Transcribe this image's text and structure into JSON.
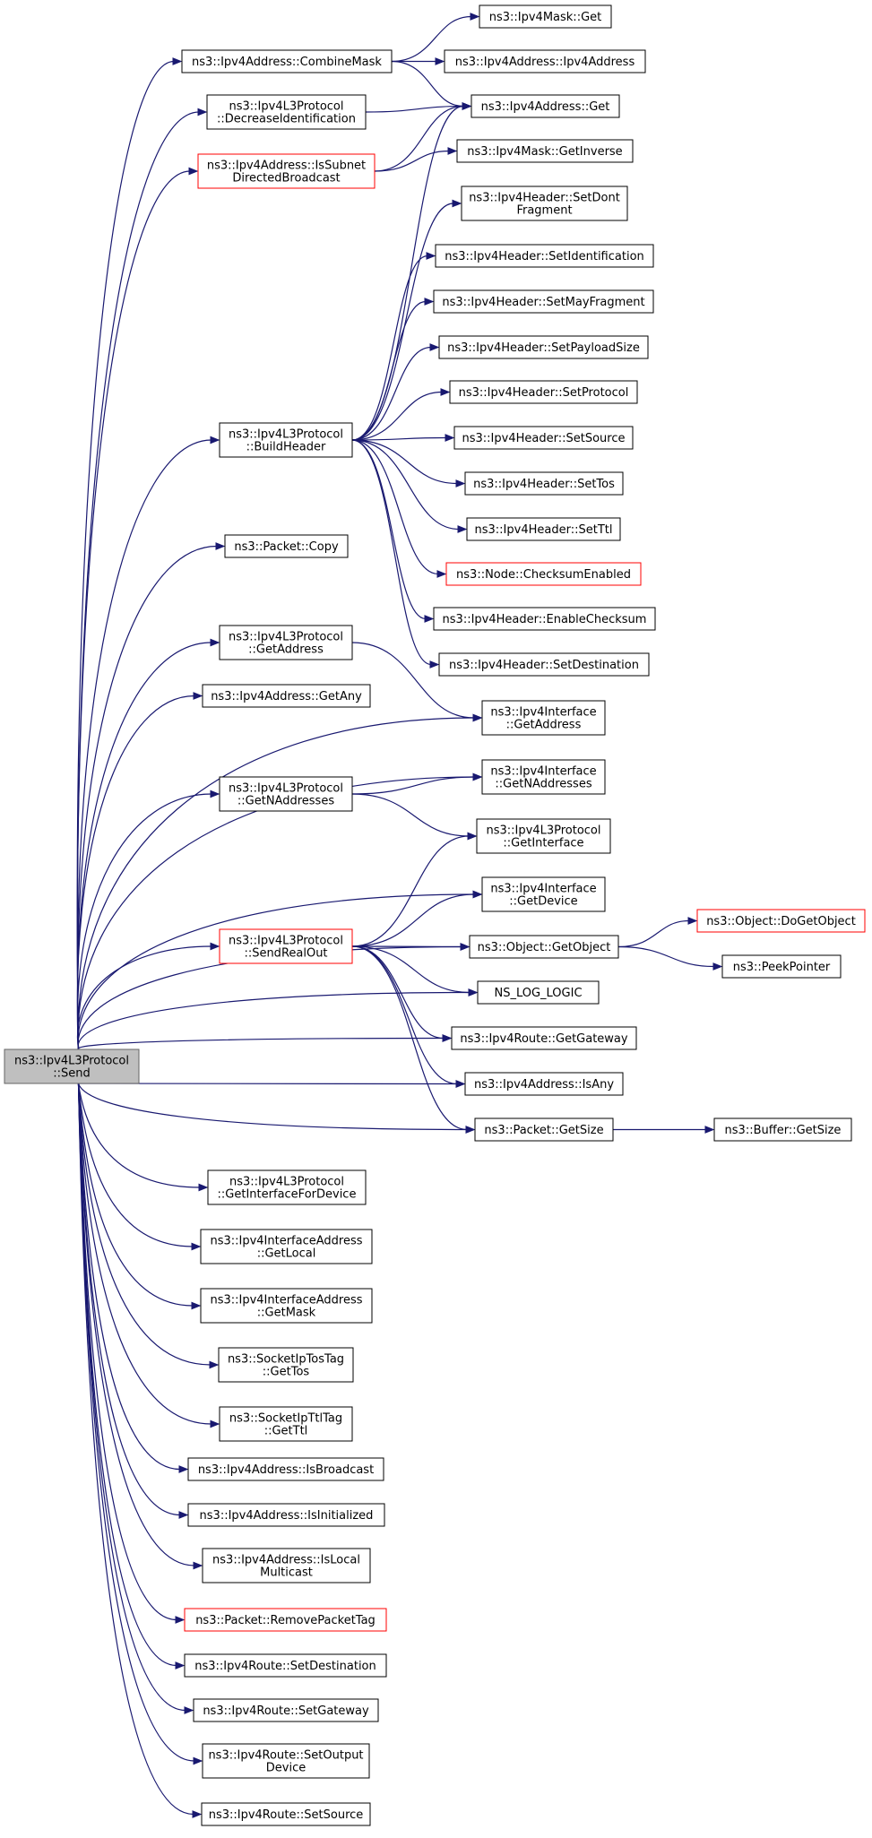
{
  "colors": {
    "edge": "#191970",
    "node_border": "#000000",
    "node_border_truncated": "#ff0000",
    "root_fill": "#bfbfbf"
  },
  "nodes": [
    {
      "id": "send",
      "lines": [
        "ns3::Ipv4L3Protocol",
        "::Send"
      ],
      "root": true
    },
    {
      "id": "maskget",
      "lines": [
        "ns3::Ipv4Mask::Get"
      ]
    },
    {
      "id": "combine",
      "lines": [
        "ns3::Ipv4Address::CombineMask"
      ]
    },
    {
      "id": "ctor",
      "lines": [
        "ns3::Ipv4Address::Ipv4Address"
      ]
    },
    {
      "id": "decid",
      "lines": [
        "ns3::Ipv4L3Protocol",
        "::DecreaseIdentification"
      ]
    },
    {
      "id": "addrget",
      "lines": [
        "ns3::Ipv4Address::Get"
      ]
    },
    {
      "id": "isbcast",
      "lines": [
        "ns3::Ipv4Address::IsSubnet",
        "DirectedBroadcast"
      ],
      "red": true
    },
    {
      "id": "getinv",
      "lines": [
        "ns3::Ipv4Mask::GetInverse"
      ]
    },
    {
      "id": "dontfrag",
      "lines": [
        "ns3::Ipv4Header::SetDont",
        "Fragment"
      ]
    },
    {
      "id": "setident",
      "lines": [
        "ns3::Ipv4Header::SetIdentification"
      ]
    },
    {
      "id": "setmay",
      "lines": [
        "ns3::Ipv4Header::SetMayFragment"
      ]
    },
    {
      "id": "setpay",
      "lines": [
        "ns3::Ipv4Header::SetPayloadSize"
      ]
    },
    {
      "id": "setproto",
      "lines": [
        "ns3::Ipv4Header::SetProtocol"
      ]
    },
    {
      "id": "setsrc",
      "lines": [
        "ns3::Ipv4Header::SetSource"
      ]
    },
    {
      "id": "settos",
      "lines": [
        "ns3::Ipv4Header::SetTos"
      ]
    },
    {
      "id": "setttl",
      "lines": [
        "ns3::Ipv4Header::SetTtl"
      ]
    },
    {
      "id": "buildhdr",
      "lines": [
        "ns3::Ipv4L3Protocol",
        "::BuildHeader"
      ]
    },
    {
      "id": "cksum",
      "lines": [
        "ns3::Node::ChecksumEnabled"
      ],
      "red": true
    },
    {
      "id": "enablecs",
      "lines": [
        "ns3::Ipv4Header::EnableChecksum"
      ]
    },
    {
      "id": "setdst",
      "lines": [
        "ns3::Ipv4Header::SetDestination"
      ]
    },
    {
      "id": "pktcopy",
      "lines": [
        "ns3::Packet::Copy"
      ]
    },
    {
      "id": "l3getaddr",
      "lines": [
        "ns3::Ipv4L3Protocol",
        "::GetAddress"
      ]
    },
    {
      "id": "getany",
      "lines": [
        "ns3::Ipv4Address::GetAny"
      ]
    },
    {
      "id": "ifgetaddr",
      "lines": [
        "ns3::Ipv4Interface",
        "::GetAddress"
      ]
    },
    {
      "id": "ifgetn",
      "lines": [
        "ns3::Ipv4Interface",
        "::GetNAddresses"
      ]
    },
    {
      "id": "l3getn",
      "lines": [
        "ns3::Ipv4L3Protocol",
        "::GetNAddresses"
      ]
    },
    {
      "id": "l3getif",
      "lines": [
        "ns3::Ipv4L3Protocol",
        "::GetInterface"
      ]
    },
    {
      "id": "ifgetdev",
      "lines": [
        "ns3::Ipv4Interface",
        "::GetDevice"
      ]
    },
    {
      "id": "sendreal",
      "lines": [
        "ns3::Ipv4L3Protocol",
        "::SendRealOut"
      ],
      "red": true
    },
    {
      "id": "getobj",
      "lines": [
        "ns3::Object::GetObject"
      ]
    },
    {
      "id": "dogetobj",
      "lines": [
        "ns3::Object::DoGetObject"
      ],
      "red": true
    },
    {
      "id": "peek",
      "lines": [
        "ns3::PeekPointer"
      ]
    },
    {
      "id": "nslog",
      "lines": [
        "NS_LOG_LOGIC"
      ]
    },
    {
      "id": "rtgw",
      "lines": [
        "ns3::Ipv4Route::GetGateway"
      ]
    },
    {
      "id": "isany",
      "lines": [
        "ns3::Ipv4Address::IsAny"
      ]
    },
    {
      "id": "pktsize",
      "lines": [
        "ns3::Packet::GetSize"
      ]
    },
    {
      "id": "bufsize",
      "lines": [
        "ns3::Buffer::GetSize"
      ]
    },
    {
      "id": "getiffordev",
      "lines": [
        "ns3::Ipv4L3Protocol",
        "::GetInterfaceForDevice"
      ]
    },
    {
      "id": "iaglocal",
      "lines": [
        "ns3::Ipv4InterfaceAddress",
        "::GetLocal"
      ]
    },
    {
      "id": "iagmask",
      "lines": [
        "ns3::Ipv4InterfaceAddress",
        "::GetMask"
      ]
    },
    {
      "id": "tostag",
      "lines": [
        "ns3::SocketIpTosTag",
        "::GetTos"
      ]
    },
    {
      "id": "ttltag",
      "lines": [
        "ns3::SocketIpTtlTag",
        "::GetTtl"
      ]
    },
    {
      "id": "isbroad",
      "lines": [
        "ns3::Ipv4Address::IsBroadcast"
      ]
    },
    {
      "id": "isinit",
      "lines": [
        "ns3::Ipv4Address::IsInitialized"
      ]
    },
    {
      "id": "islocal",
      "lines": [
        "ns3::Ipv4Address::IsLocal",
        "Multicast"
      ]
    },
    {
      "id": "rmtag",
      "lines": [
        "ns3::Packet::RemovePacketTag"
      ],
      "red": true
    },
    {
      "id": "rtsetdst",
      "lines": [
        "ns3::Ipv4Route::SetDestination"
      ]
    },
    {
      "id": "rtsetgw",
      "lines": [
        "ns3::Ipv4Route::SetGateway"
      ]
    },
    {
      "id": "rtsetout",
      "lines": [
        "ns3::Ipv4Route::SetOutput",
        "Device"
      ]
    },
    {
      "id": "rtsetsrc",
      "lines": [
        "ns3::Ipv4Route::SetSource"
      ]
    }
  ],
  "edges": [
    [
      "send",
      "combine"
    ],
    [
      "send",
      "decid"
    ],
    [
      "send",
      "isbcast"
    ],
    [
      "send",
      "buildhdr"
    ],
    [
      "send",
      "pktcopy"
    ],
    [
      "send",
      "ifgetaddr"
    ],
    [
      "send",
      "l3getaddr"
    ],
    [
      "send",
      "getany"
    ],
    [
      "send",
      "ifgetn"
    ],
    [
      "send",
      "l3getn"
    ],
    [
      "send",
      "ifgetdev"
    ],
    [
      "send",
      "getobj"
    ],
    [
      "send",
      "sendreal"
    ],
    [
      "send",
      "nslog"
    ],
    [
      "send",
      "rtgw"
    ],
    [
      "send",
      "isany"
    ],
    [
      "send",
      "pktsize"
    ],
    [
      "send",
      "getiffordev"
    ],
    [
      "send",
      "iaglocal"
    ],
    [
      "send",
      "iagmask"
    ],
    [
      "send",
      "tostag"
    ],
    [
      "send",
      "ttltag"
    ],
    [
      "send",
      "isbroad"
    ],
    [
      "send",
      "isinit"
    ],
    [
      "send",
      "islocal"
    ],
    [
      "send",
      "rmtag"
    ],
    [
      "send",
      "rtsetdst"
    ],
    [
      "send",
      "rtsetgw"
    ],
    [
      "send",
      "rtsetout"
    ],
    [
      "send",
      "rtsetsrc"
    ],
    [
      "combine",
      "maskget"
    ],
    [
      "combine",
      "ctor"
    ],
    [
      "combine",
      "addrget"
    ],
    [
      "decid",
      "addrget"
    ],
    [
      "isbcast",
      "addrget"
    ],
    [
      "isbcast",
      "getinv"
    ],
    [
      "buildhdr",
      "addrget"
    ],
    [
      "buildhdr",
      "dontfrag"
    ],
    [
      "buildhdr",
      "setident"
    ],
    [
      "buildhdr",
      "setmay"
    ],
    [
      "buildhdr",
      "setpay"
    ],
    [
      "buildhdr",
      "setproto"
    ],
    [
      "buildhdr",
      "setsrc"
    ],
    [
      "buildhdr",
      "settos"
    ],
    [
      "buildhdr",
      "setttl"
    ],
    [
      "buildhdr",
      "cksum"
    ],
    [
      "buildhdr",
      "enablecs"
    ],
    [
      "buildhdr",
      "setdst"
    ],
    [
      "l3getaddr",
      "ifgetaddr"
    ],
    [
      "l3getn",
      "ifgetn"
    ],
    [
      "l3getn",
      "l3getif"
    ],
    [
      "sendreal",
      "l3getif"
    ],
    [
      "sendreal",
      "ifgetdev"
    ],
    [
      "sendreal",
      "getobj"
    ],
    [
      "sendreal",
      "nslog"
    ],
    [
      "sendreal",
      "rtgw"
    ],
    [
      "sendreal",
      "isany"
    ],
    [
      "sendreal",
      "pktsize"
    ],
    [
      "getobj",
      "dogetobj"
    ],
    [
      "getobj",
      "peek"
    ],
    [
      "pktsize",
      "bufsize"
    ]
  ]
}
